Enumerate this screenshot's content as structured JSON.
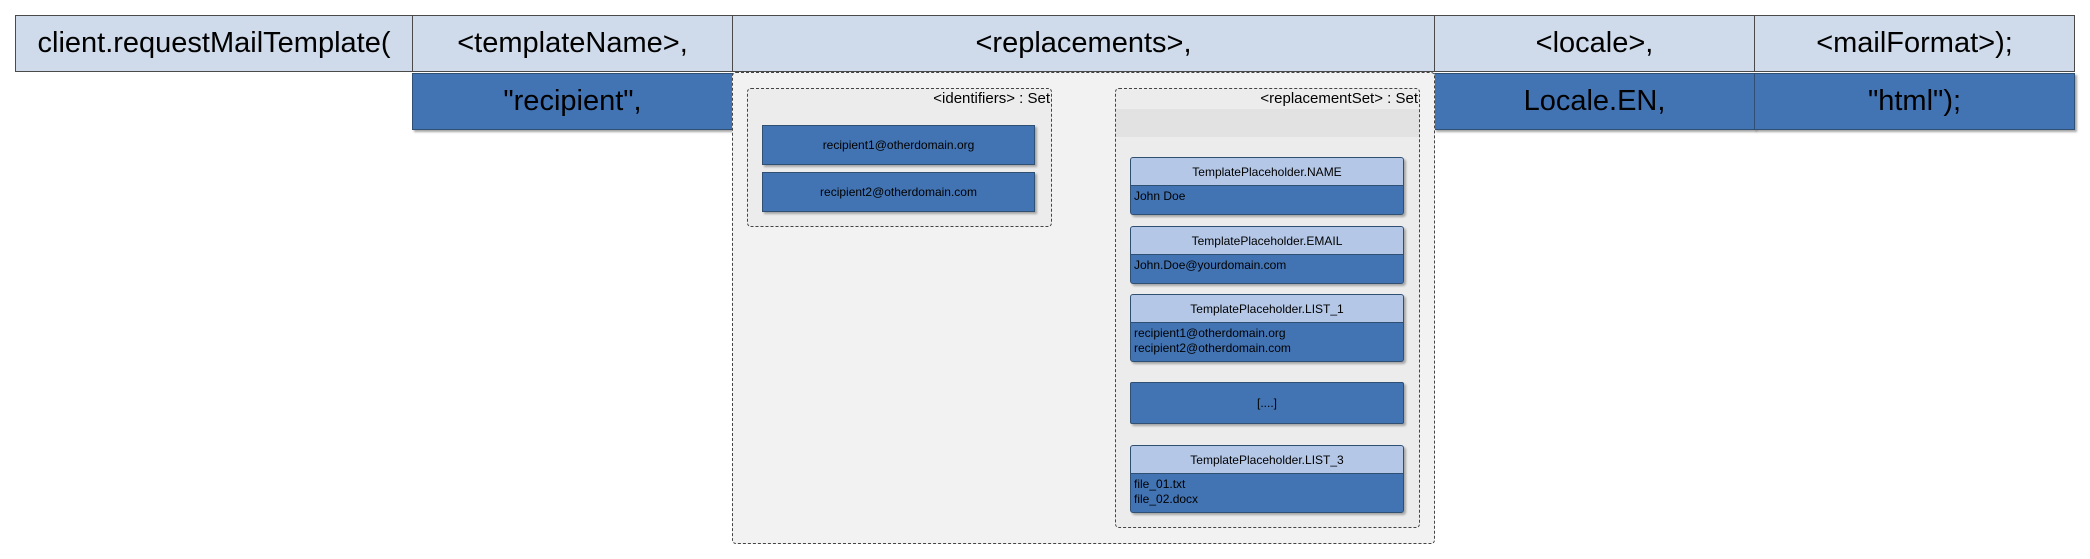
{
  "header": {
    "method_call": "client.requestMailTemplate(",
    "template_name_param": "<templateName>,",
    "replacements_param": "<replacements>,",
    "locale_param": "<locale>,",
    "mail_format_param": "<mailFormat>);"
  },
  "values": {
    "template_name": "\"recipient\",",
    "locale": "Locale.EN,",
    "mail_format": "\"html\");"
  },
  "replacements": {
    "identifiers": {
      "title": "<identifiers> : Set",
      "items": [
        "recipient1@otherdomain.org",
        "recipient2@otherdomain.com"
      ]
    },
    "replacement_set": {
      "title": "<replacementSet> : Set",
      "entries": [
        {
          "key": "TemplatePlaceholder.NAME",
          "values": [
            "John Doe"
          ]
        },
        {
          "key": "TemplatePlaceholder.EMAIL",
          "values": [
            "John.Doe@yourdomain.com"
          ]
        },
        {
          "key": "TemplatePlaceholder.LIST_1",
          "values": [
            "recipient1@otherdomain.org",
            "recipient2@otherdomain.com"
          ]
        },
        {
          "key": "",
          "values": [
            "[....]"
          ]
        },
        {
          "key": "TemplatePlaceholder.LIST_3",
          "values": [
            "file_01.txt",
            "file_02.docx"
          ]
        }
      ]
    }
  },
  "colors": {
    "header_fill": "#cfdbea",
    "value_fill": "#4274b4",
    "key_fill": "#b4c7e7"
  }
}
